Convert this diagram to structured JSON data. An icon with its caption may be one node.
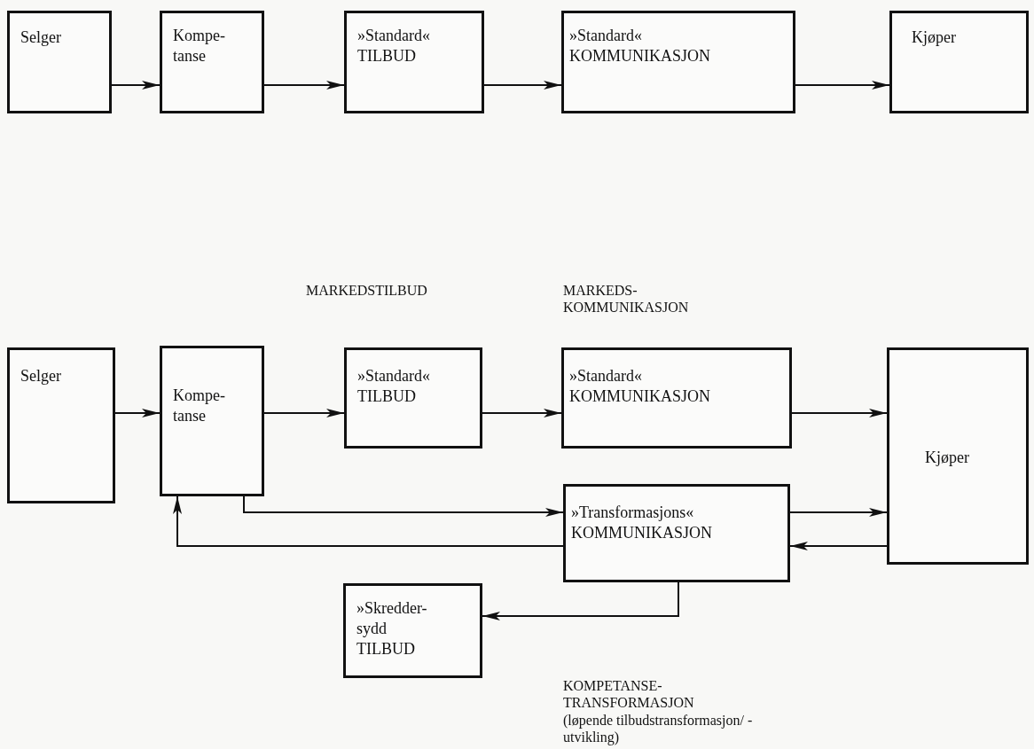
{
  "diagram": {
    "nodes": [
      {
        "text": [
          "Selger"
        ]
      },
      {
        "text": [
          "Kompe- tanse"
        ]
      },
      {
        "text": [
          "»Standard« TILBUD"
        ]
      },
      {
        "text": [
          "»Standard« KOMMUNIKASJON"
        ]
      },
      {
        "text": [
          "Kjøper"
        ]
      },
      {
        "text": [
          "Selger"
        ]
      },
      {
        "text": [
          "Kompe- tanse"
        ]
      },
      {
        "text": [
          "»Standard« TILBUD"
        ]
      },
      {
        "text": [
          "»Standard« KOMMUNIKASJON"
        ]
      },
      {
        "text": [
          "Kjøper"
        ]
      },
      {
        "text": [
          "»Transformasjons« KOMMUNIKASJON"
        ]
      },
      {
        "text": [
          "»Skredder- sydd TILBUD"
        ]
      }
    ],
    "edges": [
      {
        "from": 0,
        "to": 1,
        "arrow": "to"
      },
      {
        "from": 1,
        "to": 2,
        "arrow": "to"
      },
      {
        "from": 2,
        "to": 3,
        "arrow": "to"
      },
      {
        "from": 3,
        "to": 4,
        "arrow": "to"
      },
      {
        "from": 5,
        "to": 6,
        "arrow": "to"
      },
      {
        "from": 6,
        "to": 7,
        "arrow": "to"
      },
      {
        "from": 7,
        "to": 8,
        "arrow": "to"
      },
      {
        "from": 8,
        "to": 9,
        "arrow": "to"
      },
      {
        "from": 6,
        "to": 10,
        "arrow": "to"
      },
      {
        "from": 10,
        "to": 9,
        "arrow": "to"
      },
      {
        "from": 9,
        "to": 10,
        "arrow": "to"
      },
      {
        "from": 10,
        "to": 6,
        "arrow": "to"
      },
      {
        "from": 10,
        "to": 11,
        "arrow": "to"
      }
    ],
    "labels": [
      "MARKEDSTILBUD",
      "MARKEDS- KOMMUNIKASJON",
      "KOMPETANSE- TRANSFORMASJON",
      "(løpende tilbudstransformasjon/ - utvikling)"
    ]
  }
}
